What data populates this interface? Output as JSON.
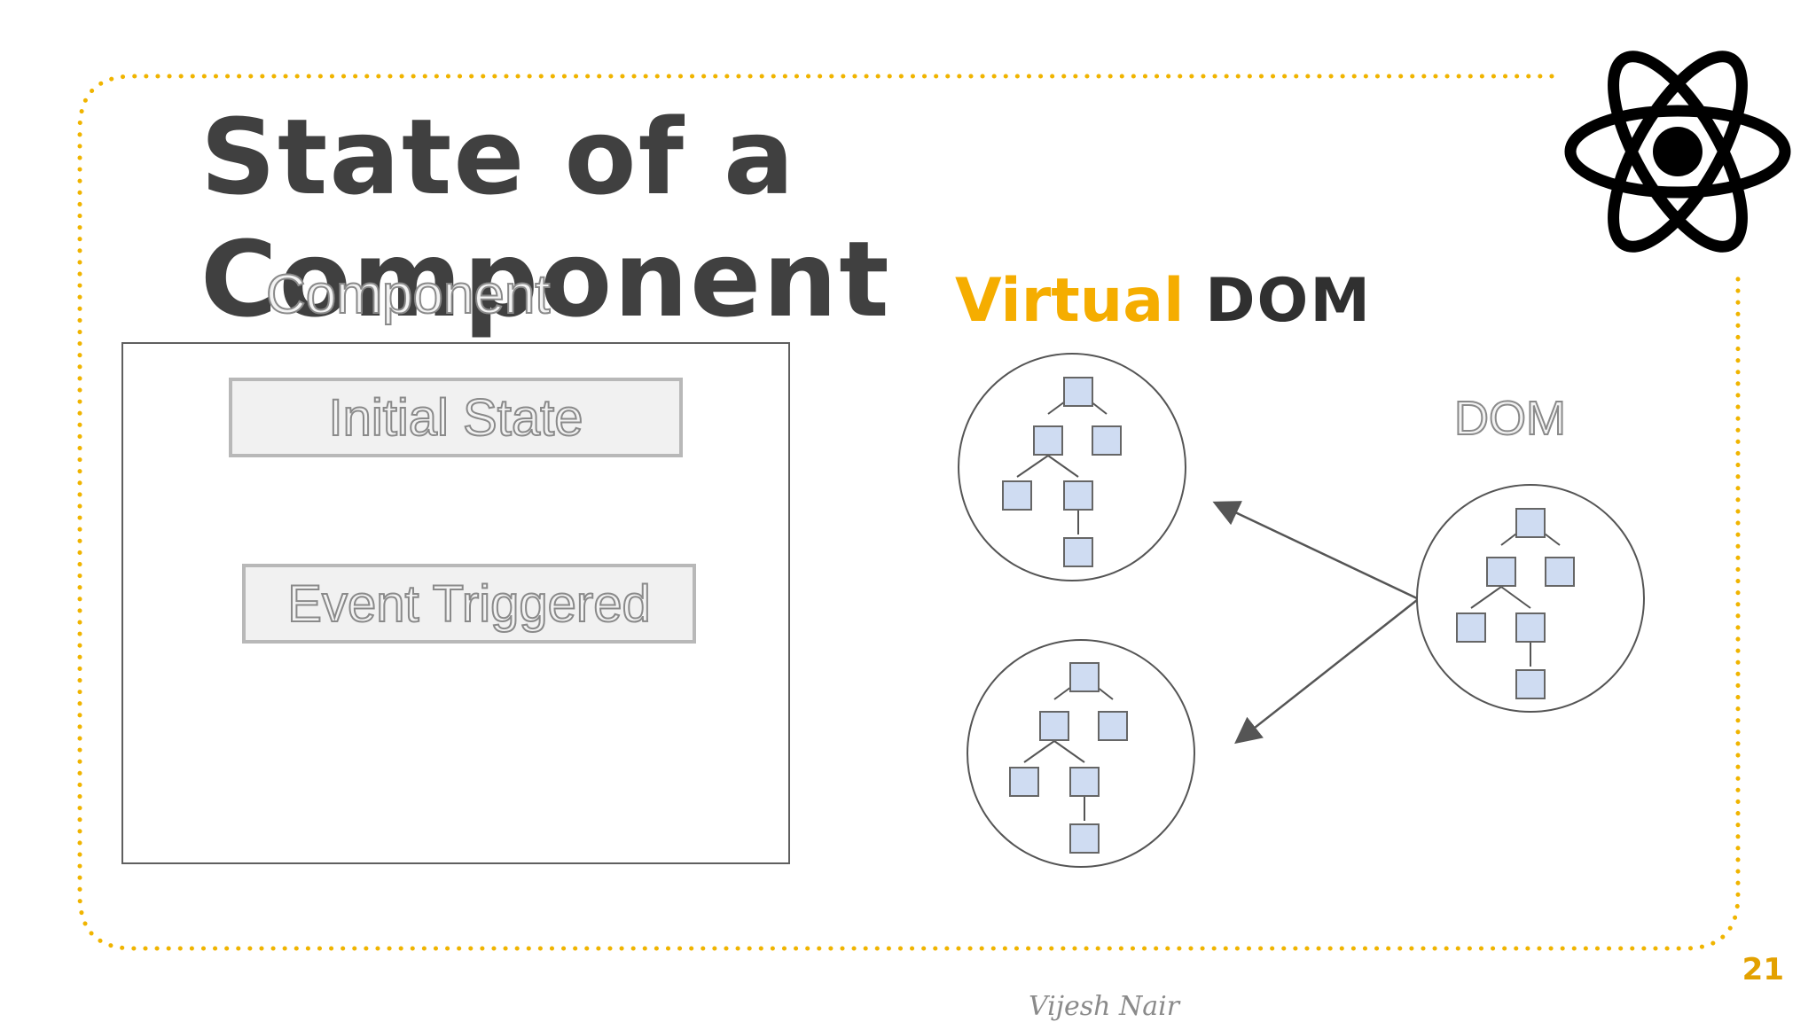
{
  "slide": {
    "title_line1": "State of a",
    "title_line2": "Component",
    "page_number": "21",
    "signature": "Vijesh Nair"
  },
  "component_panel": {
    "label": "Component",
    "initial_state_label": "Initial State",
    "event_label": "Event Triggered"
  },
  "diagram": {
    "virtual_label": "Virtual",
    "virtual_dom_suffix": "DOM",
    "dom_label": "DOM"
  },
  "colors": {
    "accent": "#f5ad00",
    "title": "#404040",
    "node_fill": "#cfdcf2",
    "border_dots": "#f0b400"
  },
  "icons": {
    "logo": "react-atom-icon"
  }
}
